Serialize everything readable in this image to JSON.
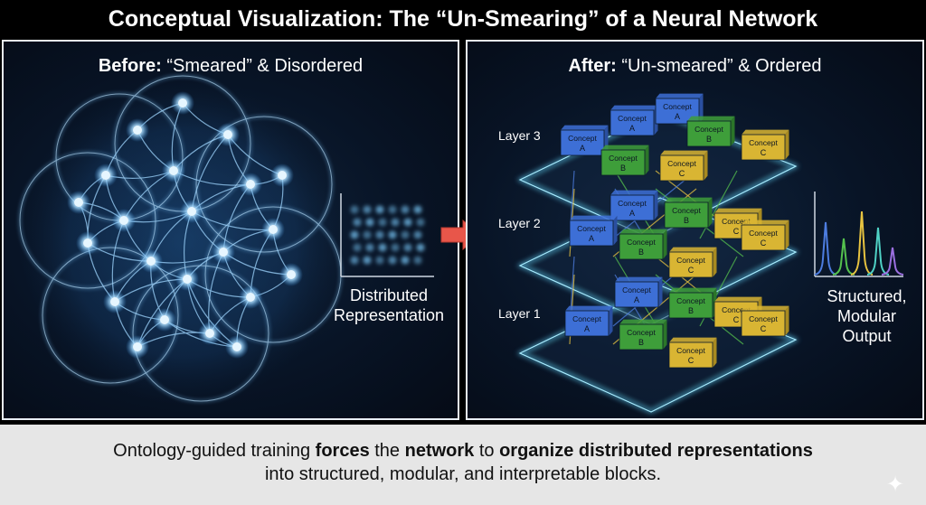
{
  "title": "Conceptual Visualization: The “Un-Smearing” of a Neural Network",
  "left_panel": {
    "heading_bold": "Before:",
    "heading_rest": " “Smeared” & Disordered",
    "caption_line1": "Distributed",
    "caption_line2": "Representation"
  },
  "right_panel": {
    "heading_bold": "After:",
    "heading_rest": " “Un-smeared” & Ordered",
    "layers": [
      "Layer 3",
      "Layer 2",
      "Layer 1"
    ],
    "caption_lines": [
      "Structured,",
      "Modular",
      "Output"
    ],
    "block_word": "Concept",
    "block_letters": [
      "A",
      "B",
      "C"
    ]
  },
  "footer": {
    "part1": "Ontology-guided training ",
    "bold1": "forces",
    "part2": " the ",
    "bold2": "network",
    "part3": " to ",
    "bold3": "organize distributed representations",
    "line2": "into structured, modular, and interpretable blocks."
  },
  "colors": {
    "concept_a": "#3d6fd6",
    "concept_b": "#3e9e3a",
    "concept_c": "#d9b533",
    "glow": "#7cc8ff",
    "arrow": "#e8564a"
  },
  "icons": [
    "sparkle-icon"
  ]
}
